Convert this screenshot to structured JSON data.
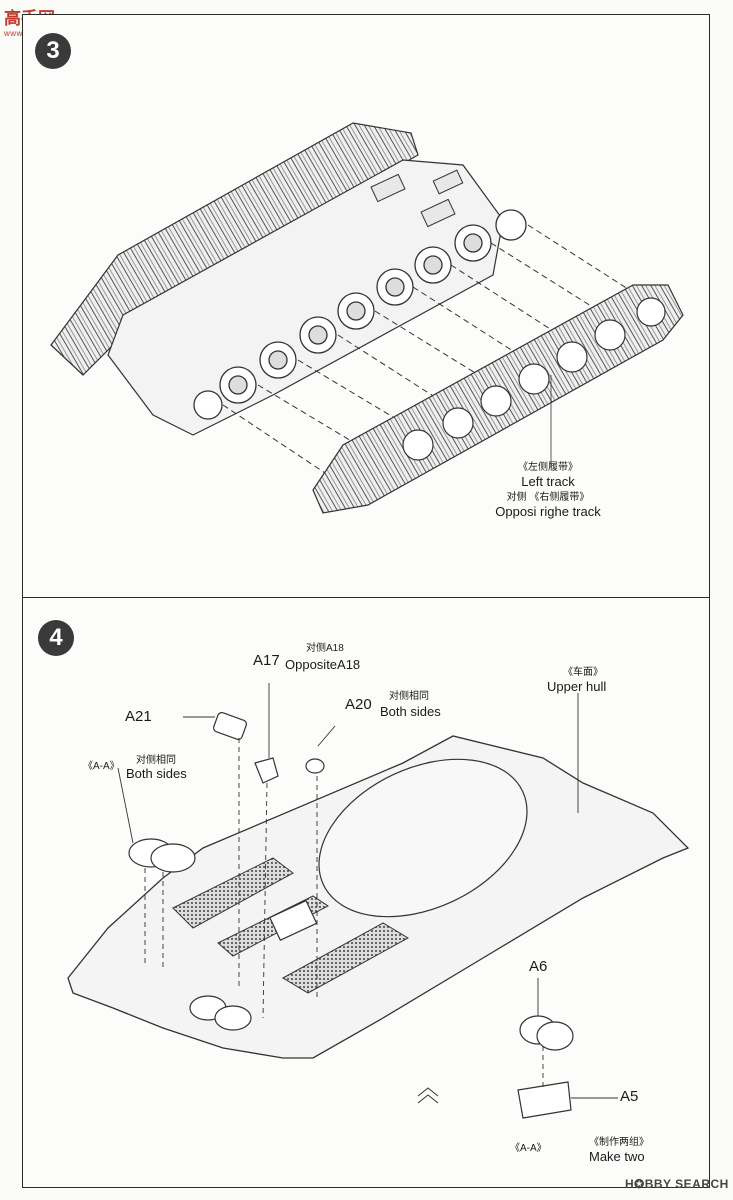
{
  "watermark_top": {
    "title": "高手网",
    "url": "www.gao-shou.com"
  },
  "watermark_bottom": "H✪BBY SEARCH",
  "step3": {
    "number": "3",
    "label_cn_left": "《左侧履带》",
    "label_en_left": "Left track",
    "label_cn_opp": "对侧 《右侧履带》",
    "label_en_opp": "Opposi righe track"
  },
  "step4": {
    "number": "4",
    "a17": "A17",
    "a18_cn": "对侧A18",
    "a18_en": "OppositeA18",
    "a20": "A20",
    "a20_cn": "对侧相同",
    "a20_en": "Both sides",
    "a21": "A21",
    "aa_left": "《A-A》",
    "aa_left_cn": "对侧相同",
    "aa_left_en": "Both sides",
    "upper_cn": "《车面》",
    "upper_en": "Upper hull",
    "a6": "A6",
    "a5": "A5",
    "aa_bottom": "《A-A》",
    "make_cn": "《制作两组》",
    "make_en": "Make two"
  }
}
